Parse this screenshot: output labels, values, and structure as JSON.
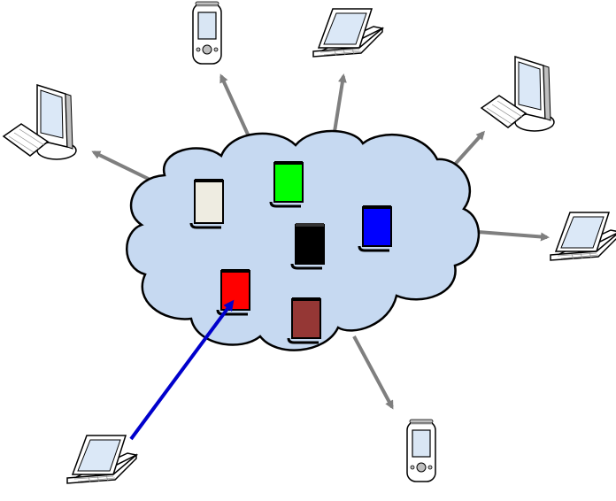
{
  "diagram": {
    "colors": {
      "cloud_fill": "#c6d9f1",
      "cloud_stroke": "#000000",
      "connector_gray": "#7f7f7f",
      "upload_arrow": "#0000cc",
      "screen_blue": "#dbe8f7",
      "device_body": "#ffffff",
      "device_shadow": "#bfbfbf"
    },
    "scrolls": [
      {
        "name": "scroll-ivory",
        "color": "#eeece1"
      },
      {
        "name": "scroll-green",
        "color": "#00ff00"
      },
      {
        "name": "scroll-black",
        "color": "#000000"
      },
      {
        "name": "scroll-blue",
        "color": "#0000ff"
      },
      {
        "name": "scroll-red",
        "color": "#ff0000"
      },
      {
        "name": "scroll-brown",
        "color": "#953735"
      }
    ],
    "devices": [
      {
        "name": "pda-top",
        "icon": "pda-icon"
      },
      {
        "name": "laptop-top",
        "icon": "laptop-icon"
      },
      {
        "name": "desktop-left",
        "icon": "desktop-computer-icon"
      },
      {
        "name": "desktop-right",
        "icon": "desktop-computer-icon"
      },
      {
        "name": "laptop-right",
        "icon": "laptop-icon"
      },
      {
        "name": "pda-bottom",
        "icon": "pda-icon"
      },
      {
        "name": "laptop-bottom-left",
        "icon": "laptop-icon"
      }
    ]
  }
}
